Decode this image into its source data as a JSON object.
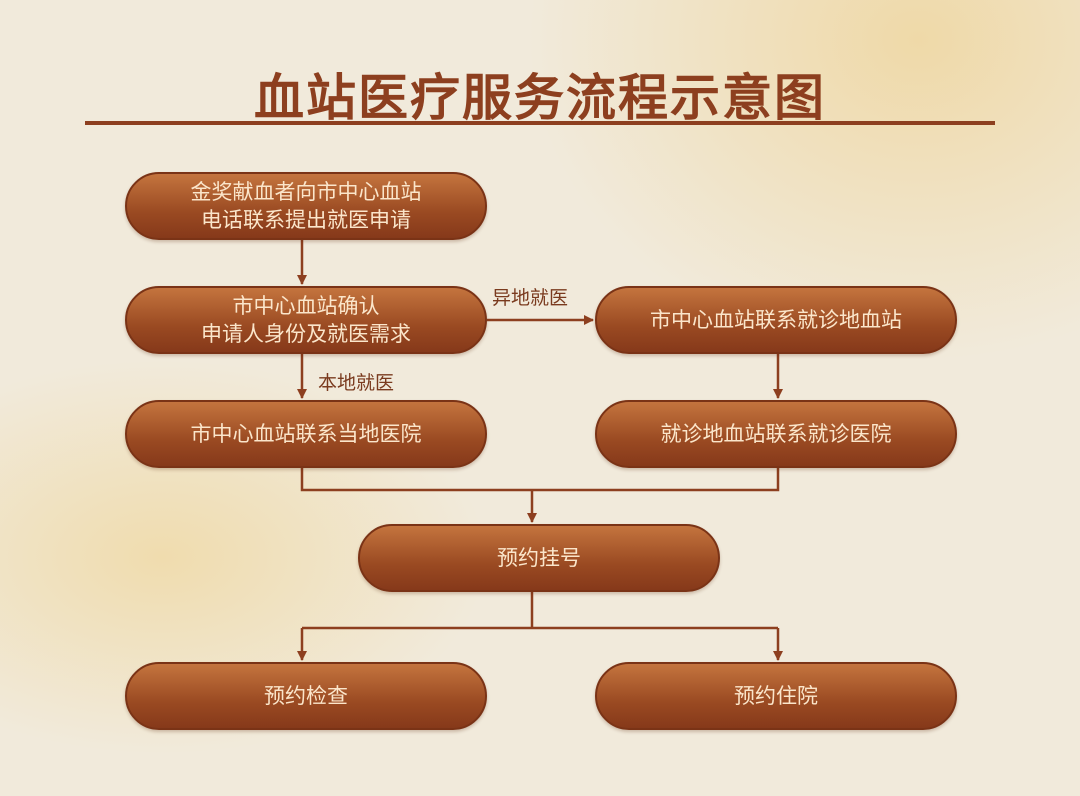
{
  "title": "血站医疗服务流程示意图",
  "nodes": {
    "apply": {
      "line1": "金奖献血者向市中心血站",
      "line2": "电话联系提出就医申请"
    },
    "confirm": {
      "line1": "市中心血站确认",
      "line2": "申请人身份及就医需求"
    },
    "contact_remote_station": "市中心血站联系就诊地血站",
    "contact_local_hospital": "市中心血站联系当地医院",
    "remote_station_contact_hospital": "就诊地血站联系就诊医院",
    "register": "预约挂号",
    "exam": "预约检查",
    "hospitalize": "预约住院"
  },
  "edge_labels": {
    "remote": "异地就医",
    "local": "本地就医"
  },
  "colors": {
    "node": "#9a4a22",
    "node_text": "#fbe6cb",
    "line": "#8d3f1f",
    "background": "#f1eadb"
  }
}
